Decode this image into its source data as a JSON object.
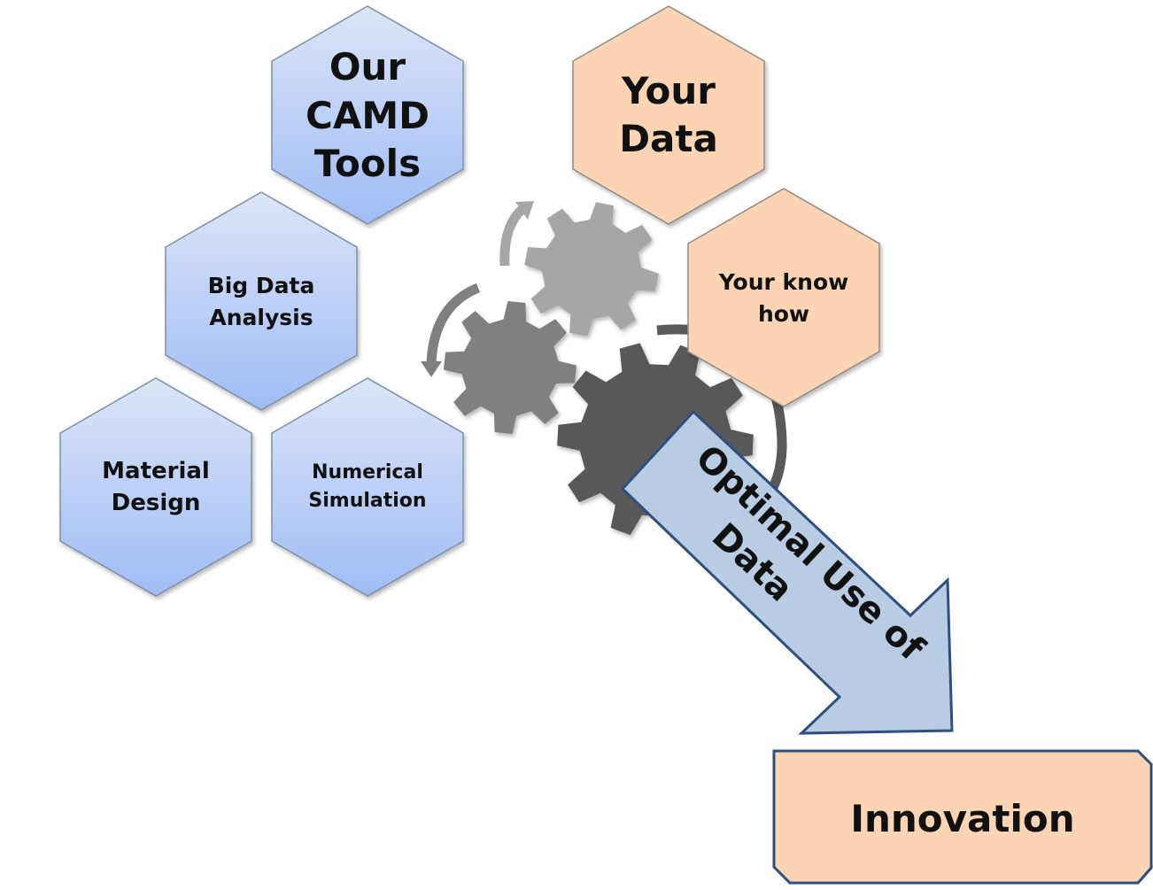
{
  "hexagons": {
    "camd_tools": [
      "Our",
      "CAMD",
      "Tools"
    ],
    "big_data": [
      "Big Data",
      "Analysis"
    ],
    "material_design": [
      "Material",
      "Design"
    ],
    "numerical_simulation": [
      "Numerical",
      "Simulation"
    ],
    "your_data": [
      "Your",
      "Data"
    ],
    "know_how": [
      "Your know",
      "how"
    ]
  },
  "arrow": {
    "lines": [
      "Optimal Use of",
      "Data"
    ],
    "fill": "#b8cce4",
    "stroke": "#2f4f7f"
  },
  "innovation": {
    "label": "Innovation",
    "fill": "#fbd4b4",
    "stroke": "#2f4f7f"
  },
  "colors": {
    "blue_top": "#dbe5f7",
    "blue_bottom": "#9fbcf5",
    "orange": "#fbd4b4",
    "gear_light": "#a6a6a6",
    "gear_mid": "#808080",
    "gear_dark": "#595959"
  }
}
